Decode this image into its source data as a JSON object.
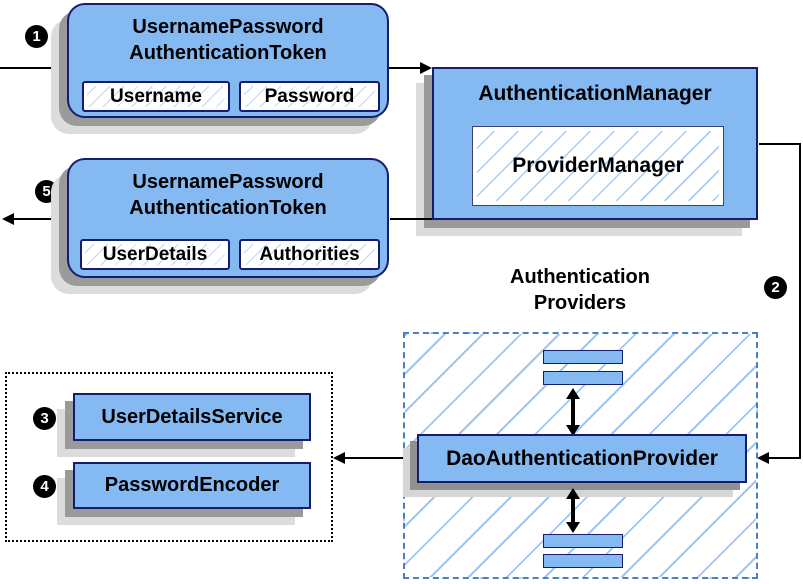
{
  "steps": {
    "s1": "1",
    "s2": "2",
    "s3": "3",
    "s4": "4",
    "s5": "5"
  },
  "request_token": {
    "title_line1": "UsernamePassword",
    "title_line2": "AuthenticationToken",
    "fields": [
      {
        "label": "Username"
      },
      {
        "label": "Password"
      }
    ]
  },
  "auth_manager": {
    "title": "AuthenticationManager",
    "impl": "ProviderManager"
  },
  "result_token": {
    "title_line1": "UsernamePassword",
    "title_line2": "AuthenticationToken",
    "fields": [
      {
        "label": "UserDetails"
      },
      {
        "label": "Authorities"
      }
    ]
  },
  "providers": {
    "title_line1": "Authentication",
    "title_line2": "Providers",
    "main_provider": "DaoAuthenticationProvider"
  },
  "services": {
    "user_details_service": "UserDetailsService",
    "password_encoder": "PasswordEncoder"
  },
  "colors": {
    "box_fill": "#85B9F2",
    "box_border": "#171D6E",
    "hatch_line": "#A8CCF4",
    "dashed_border": "#4B7EC3",
    "line": "#000000"
  }
}
